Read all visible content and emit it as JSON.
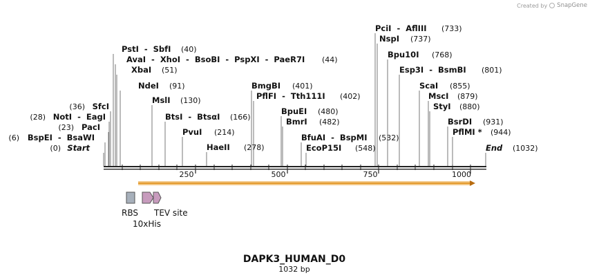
{
  "credit": {
    "prefix": "Created by",
    "brand": "SnapGene"
  },
  "title": "DAPK3_HUMAN_D0",
  "subtitle": "1032 bp",
  "sequence_length": 1032,
  "ruler_ticks": [
    "250",
    "500",
    "750",
    "1000"
  ],
  "sites": [
    {
      "label": "Start",
      "pos": "(0)",
      "italic": true
    },
    {
      "label": "BspEI  -  BsaWI",
      "pos": "(6)"
    },
    {
      "label": "PacI",
      "pos": "(23)"
    },
    {
      "label": "NotI  -  EagI",
      "pos": "(28)"
    },
    {
      "label": "SfcI",
      "pos": "(36)"
    },
    {
      "label": "PstI  -  SbfI",
      "pos": "(40)"
    },
    {
      "label": "AvaI  -  XhoI  -  BsoBI  -  PspXI  -  PaeR7I",
      "pos": "(44)"
    },
    {
      "label": "XbaI",
      "pos": "(51)"
    },
    {
      "label": "NdeI",
      "pos": "(91)"
    },
    {
      "label": "MslI",
      "pos": "(130)"
    },
    {
      "label": "BtsI  -  BtsαI",
      "pos": "(166)"
    },
    {
      "label": "PvuI",
      "pos": "(214)"
    },
    {
      "label": "HaeII",
      "pos": "(278)"
    },
    {
      "label": "BmgBI",
      "pos": "(401)"
    },
    {
      "label": "PflFI  -  Tth111I",
      "pos": "(402)"
    },
    {
      "label": "BpuEI",
      "pos": "(480)"
    },
    {
      "label": "BmrI",
      "pos": "(482)"
    },
    {
      "label": "BfuAI  -  BspMI",
      "pos": "(532)"
    },
    {
      "label": "EcoP15I",
      "pos": "(548)"
    },
    {
      "label": "PciI  -  AflIII",
      "pos": "(733)"
    },
    {
      "label": "NspI",
      "pos": "(737)"
    },
    {
      "label": "Bpu10I",
      "pos": "(768)"
    },
    {
      "label": "Esp3I  -  BsmBI",
      "pos": "(801)"
    },
    {
      "label": "ScaI",
      "pos": "(855)"
    },
    {
      "label": "MscI",
      "pos": "(879)"
    },
    {
      "label": "StyI",
      "pos": "(880)"
    },
    {
      "label": "BsrDI",
      "pos": "(931)"
    },
    {
      "label": "PflMI *",
      "pos": "(944)"
    },
    {
      "label": "End",
      "pos": "(1032)",
      "italic": true
    }
  ],
  "features": [
    {
      "label": "RBS",
      "color": "#a7b0bb"
    },
    {
      "label": "10xHis",
      "color": "#c79bbd"
    },
    {
      "label": "TEV site",
      "color": "#c79bbd"
    }
  ],
  "orf_color": "#f0a032"
}
